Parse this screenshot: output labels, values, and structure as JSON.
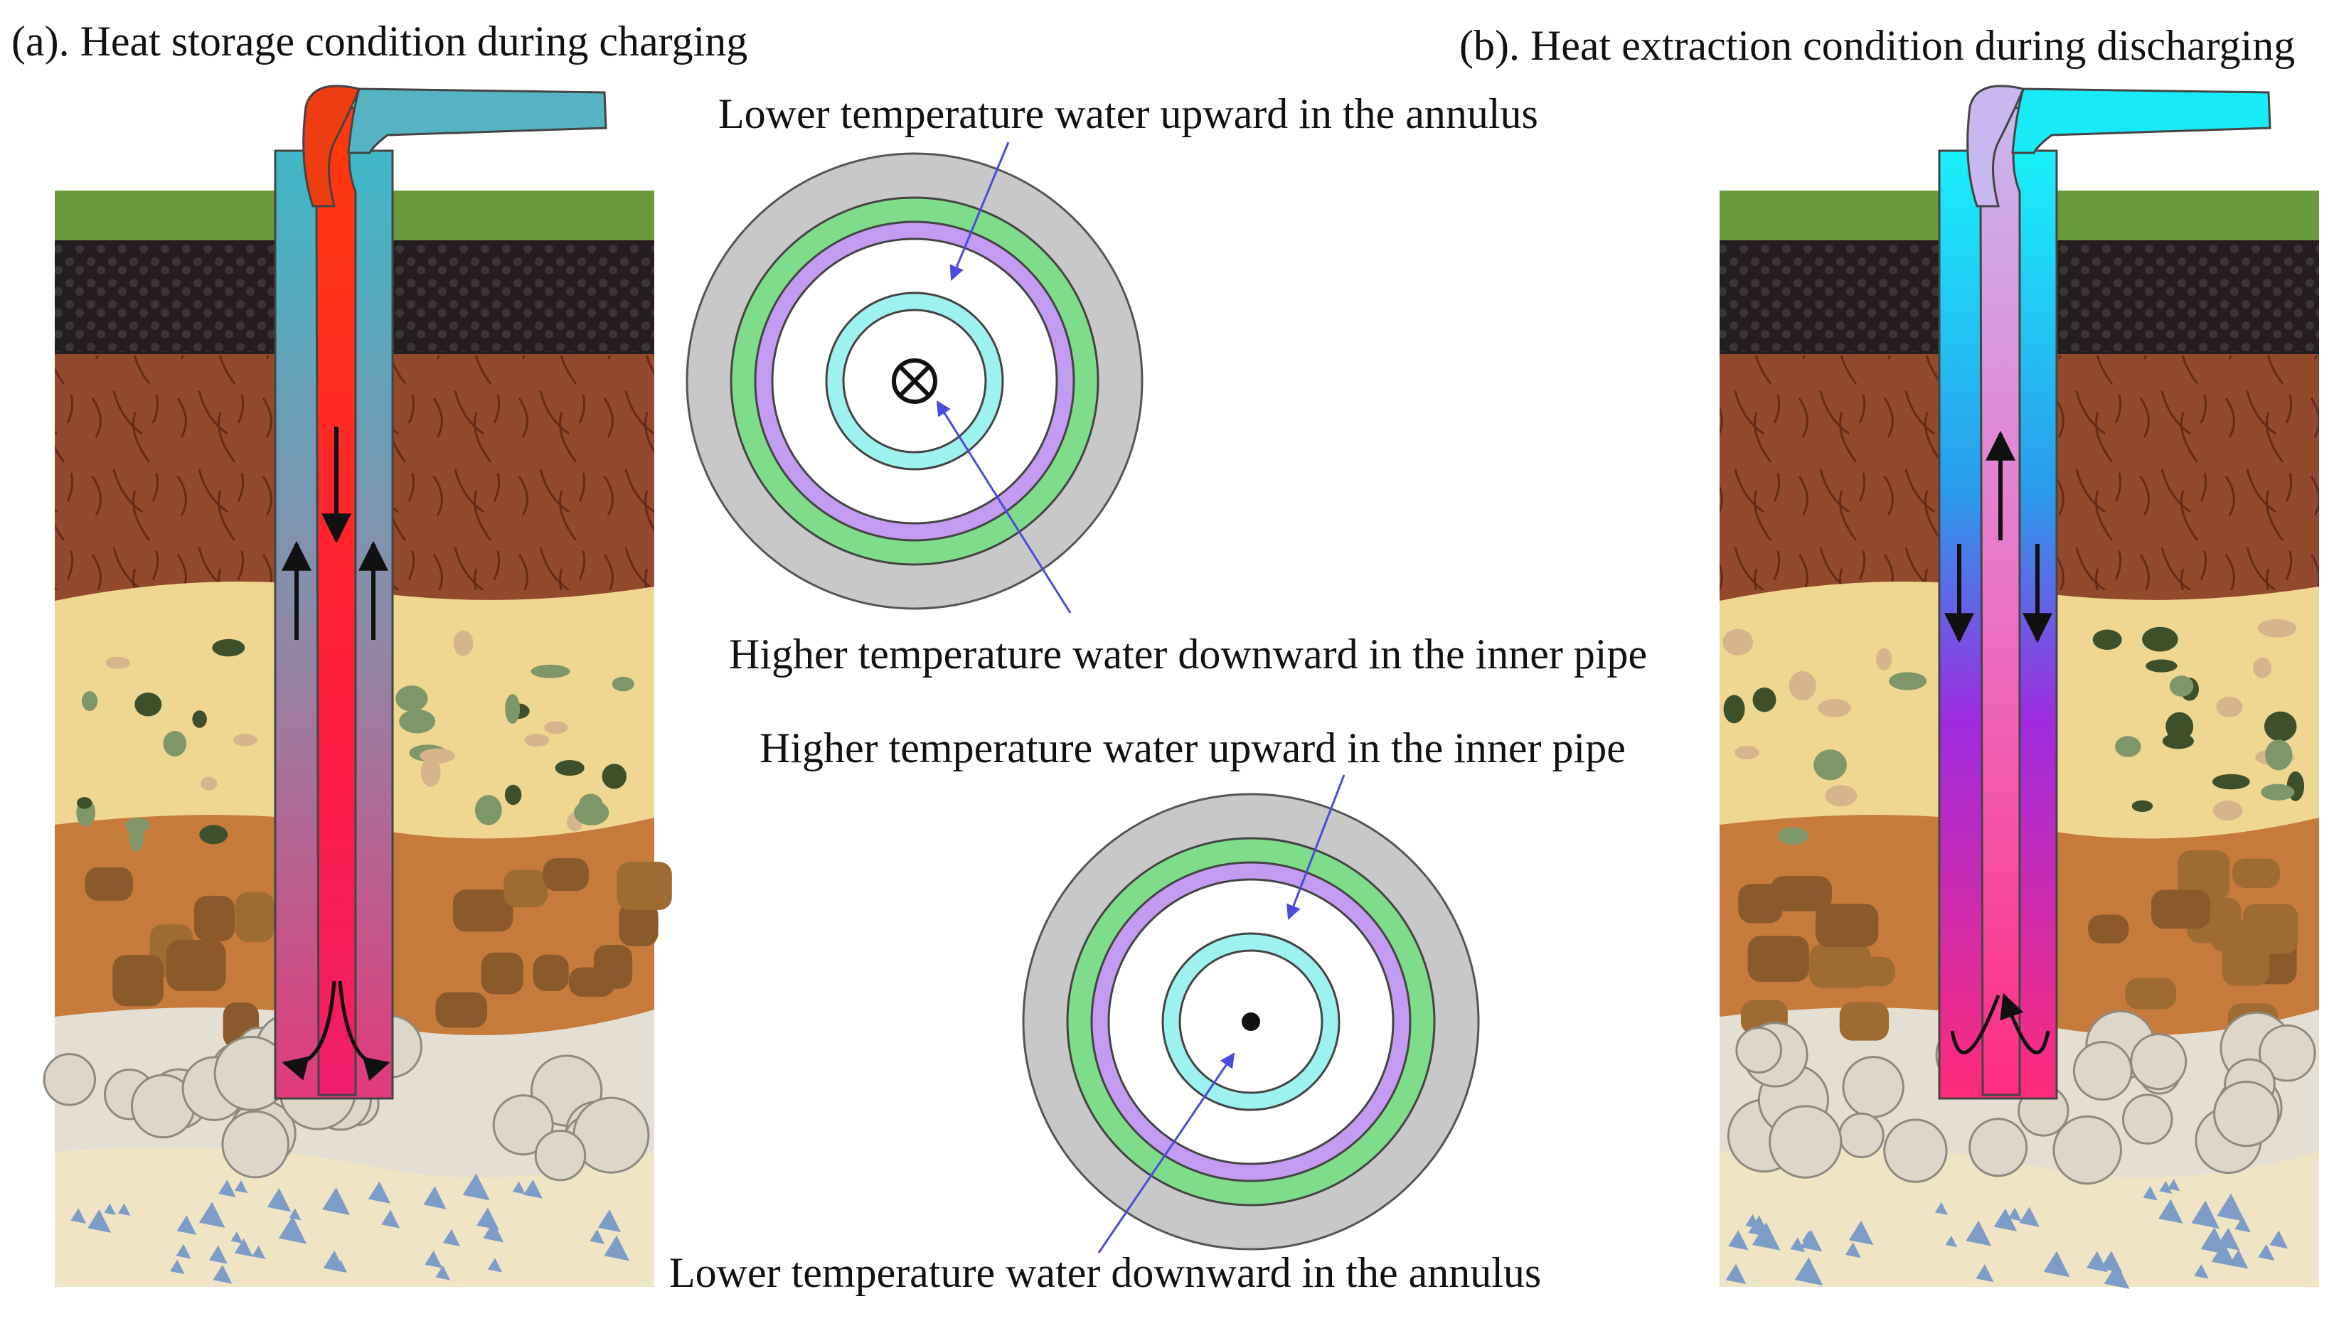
{
  "panels": {
    "a": {
      "title": "(a). Heat storage condition during charging"
    },
    "b": {
      "title": "(b). Heat extraction condition during discharging"
    }
  },
  "cross_sections": {
    "top": {
      "label_upper": "Lower temperature water upward in the annulus",
      "label_lower": "Higher temperature water downward in the inner pipe",
      "center_symbol": "into-page-cross-icon"
    },
    "bottom": {
      "label_upper": "Higher temperature water upward in the inner pipe",
      "label_lower": "Lower temperature water downward in the annulus",
      "center_symbol": "out-of-page-dot-icon"
    }
  },
  "colors": {
    "grass": "#6a9a3a",
    "topsoil": "#231f20",
    "clay": "#93492b",
    "sand": "#efd791",
    "gravel": "#c67b3d",
    "rubble": "#e4ded3",
    "bedrock": "#efe4c4",
    "ring_outer": "#c8c8c8",
    "ring_green": "#7fdc8b",
    "ring_purple": "#c39bf0",
    "ring_cyan": "#9df2ef",
    "pointer": "#4b4bdc",
    "hot": "#f4211c",
    "cool": "#56b3c4",
    "cyan": "#18eaf7",
    "magenta": "#ff2a7a"
  }
}
